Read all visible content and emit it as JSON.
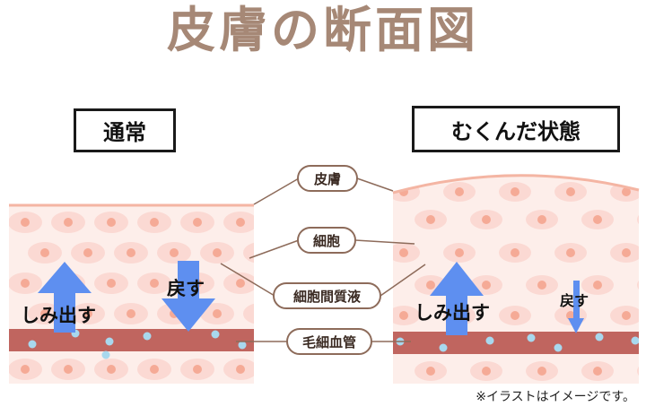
{
  "title": "皮膚の断面図",
  "panels": {
    "normal": {
      "label": "通常",
      "flow_out": "しみ出す",
      "flow_back": "戻す"
    },
    "swollen": {
      "label": "むくんだ状態",
      "flow_out": "しみ出す",
      "flow_back": "戻す"
    }
  },
  "labels": {
    "skin": "皮膚",
    "cell": "細胞",
    "interstitial_fluid": "細胞間質液",
    "capillary": "毛細血管"
  },
  "note": "※イラストはイメージです。",
  "colors": {
    "title": "#a68876",
    "skin_line": "#f4b5a3",
    "cell_fill": "#fbd9d3",
    "cell_nucleus": "#f5aa96",
    "vessel": "#c0655f",
    "vessel_dot": "#a8d8ee",
    "arrow_blue": "#5e8ff0",
    "label_border": "#8d6b5a"
  }
}
